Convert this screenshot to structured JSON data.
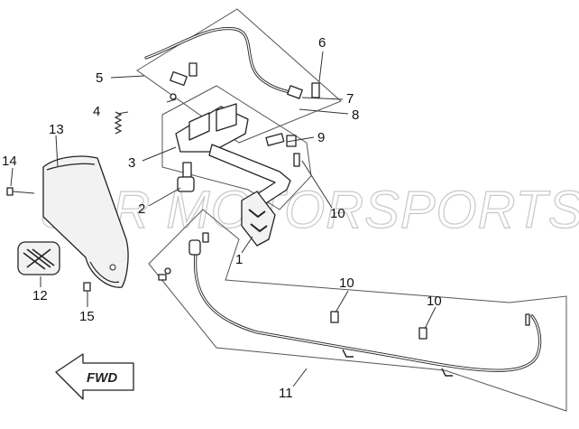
{
  "watermark": "SSR MOTORSPORTS",
  "direction_arrow": "FWD",
  "callouts": [
    {
      "id": "c1",
      "label": "1"
    },
    {
      "id": "c2",
      "label": "2"
    },
    {
      "id": "c3",
      "label": "3"
    },
    {
      "id": "c4",
      "label": "4"
    },
    {
      "id": "c5",
      "label": "5"
    },
    {
      "id": "c6",
      "label": "6"
    },
    {
      "id": "c7",
      "label": "7"
    },
    {
      "id": "c8",
      "label": "8"
    },
    {
      "id": "c9",
      "label": "9"
    },
    {
      "id": "c10a",
      "label": "10"
    },
    {
      "id": "c10b",
      "label": "10"
    },
    {
      "id": "c10c",
      "label": "10"
    },
    {
      "id": "c11",
      "label": "11"
    },
    {
      "id": "c12",
      "label": "12"
    },
    {
      "id": "c13",
      "label": "13"
    },
    {
      "id": "c14",
      "label": "14"
    },
    {
      "id": "c15",
      "label": "15"
    }
  ]
}
